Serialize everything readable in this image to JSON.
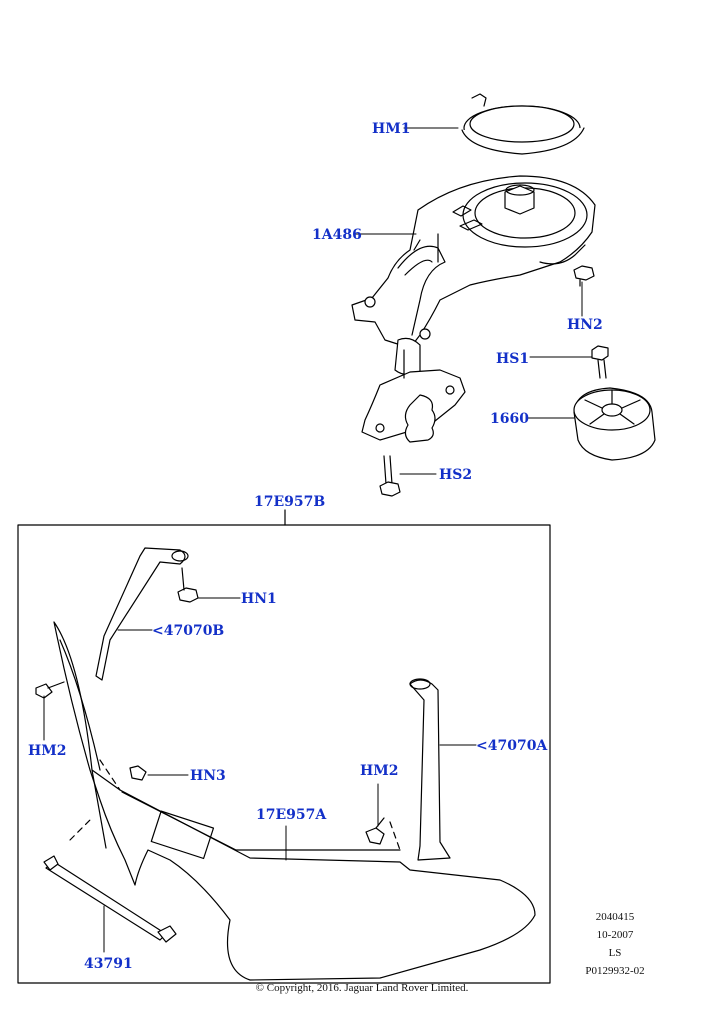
{
  "callouts": {
    "hm1": "HM1",
    "a1486": "1A486",
    "hn2_top": "HN2",
    "hs1": "HS1",
    "p1660": "1660",
    "hs2": "HS2",
    "assembly": "17E957B",
    "hn1": "HN1",
    "p47070b": "<47070B",
    "hm2_left": "HM2",
    "hn3": "HN3",
    "p47070a": "<47070A",
    "hm2_right": "HM2",
    "p17e957a": "17E957A",
    "p43791": "43791"
  },
  "info": {
    "line1": "2040415",
    "line2": "10-2007",
    "line3": "LS",
    "line4": "P0129932-02"
  },
  "copyright": "© Copyright, 2016. Jaguar Land Rover Limited.",
  "colors": {
    "callout": "#1330c8",
    "line": "#000000"
  }
}
